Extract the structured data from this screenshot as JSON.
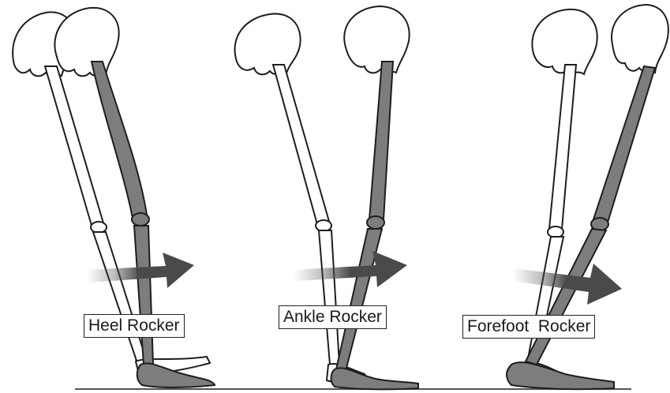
{
  "colors": {
    "bone_outline": "#1e1e1e",
    "bone_fill_white": "#ffffff",
    "bone_fill_gray": "#7d7d7d",
    "arrow": "#4a4a4a",
    "ground": "#555555"
  },
  "panels": [
    {
      "label": "Heel Rocker"
    },
    {
      "label": "Ankle Rocker"
    },
    {
      "label": "Forefoot  Rocker"
    }
  ]
}
